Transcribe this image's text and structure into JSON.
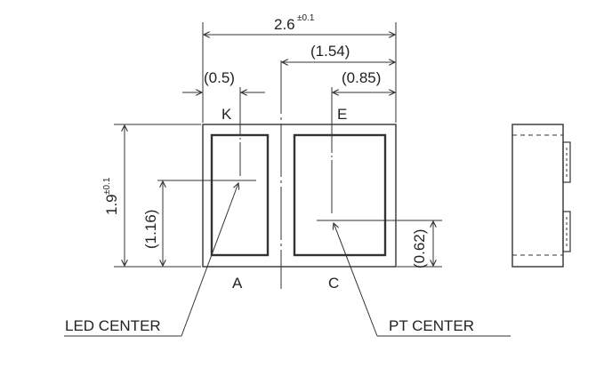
{
  "dimensions": {
    "overall_width": {
      "value": "2.6",
      "tolerance": "±0.1"
    },
    "overall_height": {
      "value": "1.9",
      "tolerance": "±0.1"
    },
    "pt_offset_x": "(1.54)",
    "k_pad_width": "(0.5)",
    "e_offset": "(0.85)",
    "led_center_y": "(1.16)",
    "pt_center_y": "(0.62)"
  },
  "pins": {
    "k": "K",
    "e": "E",
    "a": "A",
    "c": "C"
  },
  "callouts": {
    "led_center": "LED CENTER",
    "pt_center": "PT CENTER"
  }
}
